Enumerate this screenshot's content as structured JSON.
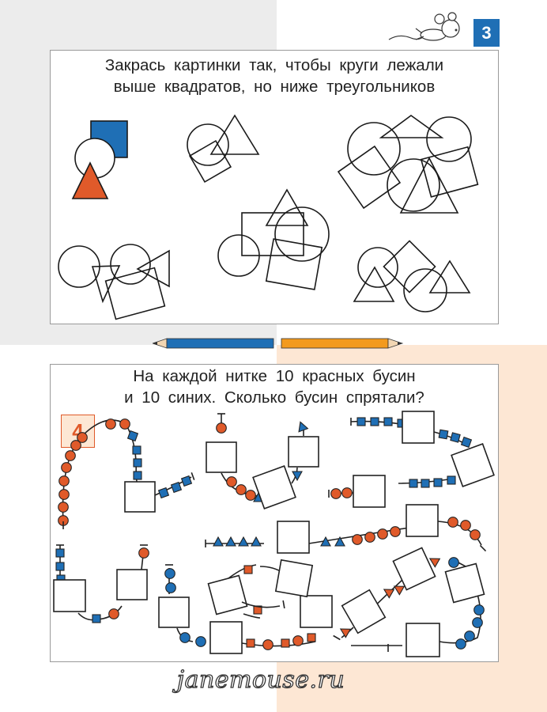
{
  "page_number": "3",
  "colors": {
    "red": "#e05a2a",
    "blue": "#1f6fb5",
    "grey_bg": "#ececec",
    "peach_bg": "#fde7d4"
  },
  "task1": {
    "line1": "Закрась картинки так, чтобы круги лежали",
    "line2": "выше квадратов, но ниже треугольников"
  },
  "task2": {
    "line1": "На каждой нитке 10 красных бусин",
    "line2": "и 10 синих. Сколько бусин спрятали?",
    "example_answer": "4"
  },
  "icons": [
    "mouse-icon",
    "blue-pencil-icon",
    "orange-pencil-icon"
  ],
  "watermark": "janemouse.ru"
}
